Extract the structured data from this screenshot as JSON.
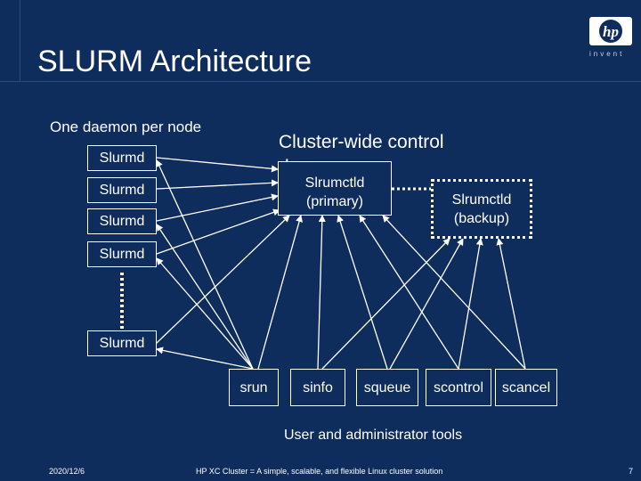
{
  "slide": {
    "title": "SLURM Architecture",
    "one_daemon_label": "One daemon per node",
    "cluster_label": "Cluster-wide control daemon",
    "tools_label": "User and administrator tools"
  },
  "brand": {
    "logo_text": "hp",
    "tagline": "invent"
  },
  "nodes": [
    "Slurmd",
    "Slurmd",
    "Slurmd",
    "Slurmd",
    "Slurmd"
  ],
  "controllers": {
    "primary": "Slrumctld\n(primary)",
    "backup": "Slrumctld\n(backup)"
  },
  "tools": [
    "srun",
    "sinfo",
    "squeue",
    "scontrol",
    "scancel"
  ],
  "footer": {
    "date": "2020/12/6",
    "text": "HP XC Cluster = A simple, scalable, and flexible Linux cluster solution",
    "page": "7"
  },
  "colors": {
    "background": "#0e2c5c",
    "foreground": "#ffffff"
  }
}
